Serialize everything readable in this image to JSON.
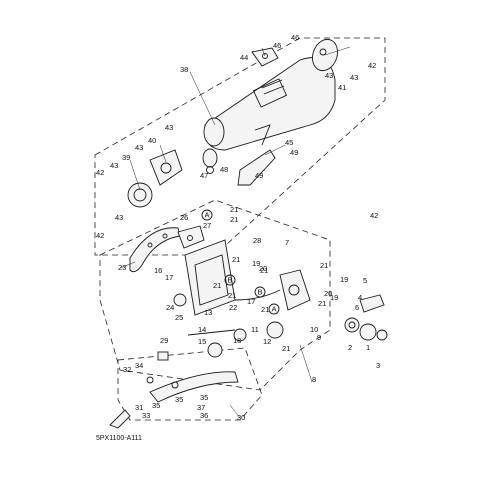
{
  "diagram": {
    "code": "5PX1100-A111",
    "circle_labels": [
      "A",
      "B",
      "A",
      "B"
    ],
    "callouts": [
      "1",
      "2",
      "3",
      "4",
      "5",
      "6",
      "7",
      "8",
      "9",
      "10",
      "11",
      "12",
      "13",
      "14",
      "15",
      "16",
      "17",
      "17",
      "18",
      "19",
      "19",
      "19",
      "20",
      "20",
      "21",
      "21",
      "21",
      "21",
      "21",
      "21",
      "21",
      "21",
      "21",
      "21",
      "22",
      "23",
      "24",
      "25",
      "26",
      "27",
      "28",
      "29",
      "30",
      "31",
      "32",
      "33",
      "34",
      "35",
      "35",
      "35",
      "36",
      "37",
      "38",
      "39",
      "40",
      "41",
      "42",
      "42",
      "42",
      "42",
      "43",
      "43",
      "43",
      "43",
      "43",
      "43",
      "44",
      "45",
      "46",
      "46",
      "47",
      "48",
      "49",
      "49"
    ]
  }
}
